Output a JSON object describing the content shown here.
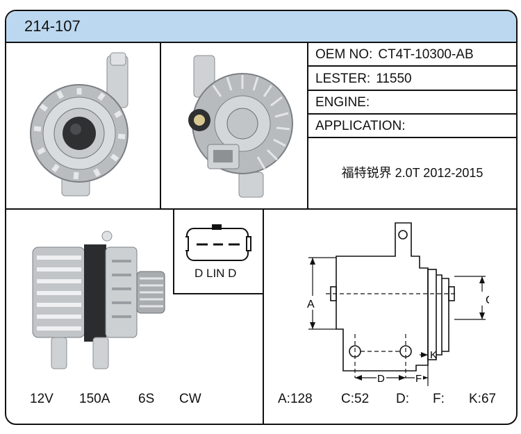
{
  "header": {
    "title": "214-107"
  },
  "specs": {
    "oem_label": "OEM NO:",
    "oem_value": "CT4T-10300-AB",
    "lester_label": "LESTER:",
    "lester_value": "11550",
    "engine_label": "ENGINE:",
    "application_label": "APPLICATION:",
    "application_text": "福特锐界 2.0T 2012-2015"
  },
  "connector": {
    "pins": "D LIN D"
  },
  "ratings": {
    "voltage": "12V",
    "amperage": "150A",
    "pulley": "6S",
    "rotation": "CW"
  },
  "dimensions": {
    "label_a": "A",
    "label_c": "C",
    "label_d": "D",
    "label_f": "F",
    "label_k": "K",
    "a_text": "A:128",
    "c_text": "C:52",
    "d_text": "D:",
    "f_text": "F:",
    "k_text": "K:67"
  },
  "colors": {
    "header_bg": "#bcd8f0",
    "border": "#111111"
  }
}
